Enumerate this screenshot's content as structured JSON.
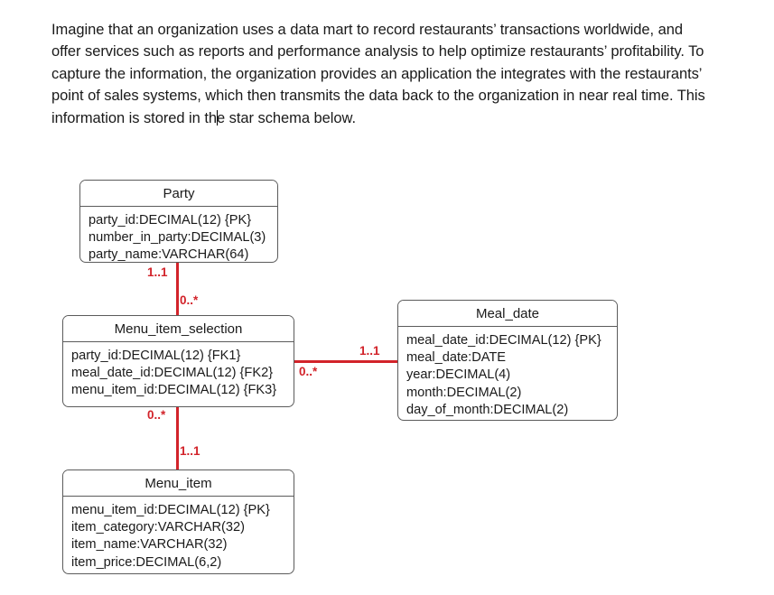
{
  "document": {
    "intro_paragraph": {
      "before_caret": "Imagine that an organization uses a data mart to record restaurants’ transactions worldwide, and offer services such as reports and performance analysis to help optimize restaurants’ profitability. To capture the information, the organization provides an application the integrates with the restaurants’ point of sales systems, which then transmits the data back to the organization in near real time. This information is stored in th",
      "after_caret": "e star schema below."
    }
  },
  "diagram": {
    "type": "star-schema-erd",
    "line_color": "#d2232a",
    "box_border_color": "#5b5b5b",
    "entities": [
      {
        "id": "party",
        "name": "Party",
        "attributes": [
          "party_id:DECIMAL(12) {PK}",
          "number_in_party:DECIMAL(3)",
          "party_name:VARCHAR(64)"
        ]
      },
      {
        "id": "menu_item_selection",
        "name": "Menu_item_selection",
        "attributes": [
          "party_id:DECIMAL(12) {FK1}",
          "meal_date_id:DECIMAL(12) {FK2}",
          "menu_item_id:DECIMAL(12) {FK3}"
        ]
      },
      {
        "id": "meal_date",
        "name": "Meal_date",
        "attributes": [
          "meal_date_id:DECIMAL(12) {PK}",
          "meal_date:DATE",
          "year:DECIMAL(4)",
          "month:DECIMAL(2)",
          "day_of_month:DECIMAL(2)"
        ]
      },
      {
        "id": "menu_item",
        "name": "Menu_item",
        "attributes": [
          "menu_item_id:DECIMAL(12) {PK}",
          "item_category:VARCHAR(32)",
          "item_name:VARCHAR(32)",
          "item_price:DECIMAL(6,2)"
        ]
      }
    ],
    "relationships": [
      {
        "id": "party-to-selection",
        "from": "party",
        "to": "menu_item_selection",
        "from_cardinality": "1..1",
        "to_cardinality": "0..*"
      },
      {
        "id": "selection-to-meal-date",
        "from": "menu_item_selection",
        "to": "meal_date",
        "from_cardinality": "0..*",
        "to_cardinality": "1..1"
      },
      {
        "id": "selection-to-menu-item",
        "from": "menu_item_selection",
        "to": "menu_item",
        "from_cardinality": "0..*",
        "to_cardinality": "1..1"
      }
    ]
  }
}
